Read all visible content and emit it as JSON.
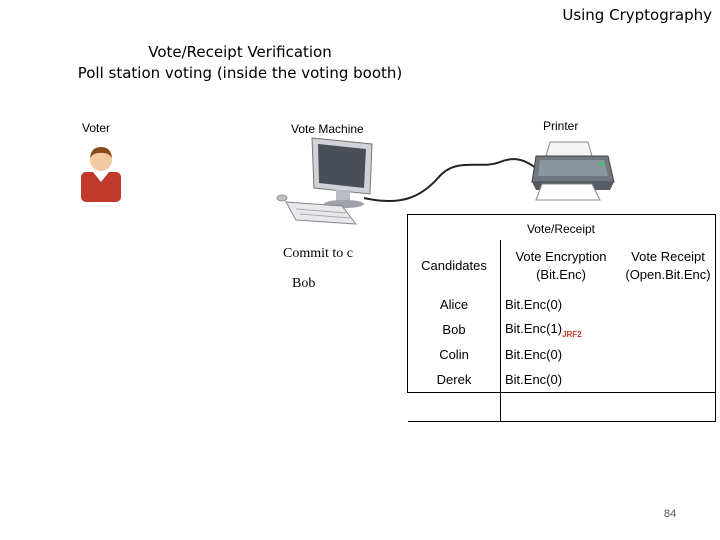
{
  "header": {
    "title": "Using Cryptography"
  },
  "slide": {
    "title_line1": "Vote/Receipt Verification",
    "title_line2": "Poll station voting (inside the voting booth)"
  },
  "labels": {
    "voter": "Voter",
    "vote_machine": "Vote Machine",
    "printer": "Printer",
    "commit": "Commit to c",
    "commit_value": "Bob"
  },
  "icons": {
    "voter": "person-icon",
    "machine": "computer-icon",
    "printer": "printer-icon",
    "cable": "cable-line"
  },
  "receipt": {
    "title": "Vote/Receipt",
    "headers": {
      "candidates": "Candidates",
      "encryption_line1": "Vote Encryption",
      "encryption_line2": "(Bit.Enc)",
      "receipt_line1": "Vote Receipt",
      "receipt_line2": "(Open.Bit.Enc)"
    },
    "rows": [
      {
        "candidate": "Alice",
        "encryption": "Bit.Enc(0)",
        "note": ""
      },
      {
        "candidate": "Bob",
        "encryption": "Bit.Enc(1)",
        "note": "JRF2"
      },
      {
        "candidate": "Colin",
        "encryption": "Bit.Enc(0)",
        "note": ""
      },
      {
        "candidate": "Derek",
        "encryption": "Bit.Enc(0)",
        "note": ""
      }
    ]
  },
  "footer": {
    "page_number": "84"
  }
}
